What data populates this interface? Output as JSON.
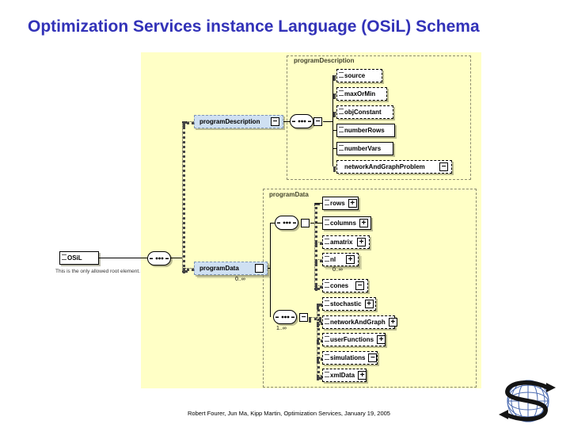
{
  "title": "Optimization Services instance Language (OSiL) Schema",
  "footer": "Robert Fourer, Jun Ma, Kipp Martin, Optimization Services, January 19, 2005",
  "icons": {
    "collapse": "−",
    "expand": "+"
  },
  "colors": {
    "title_blue": "#3232b8",
    "panel_yellow": "#ffffc6",
    "complex_box_blue": "#cfe0f2",
    "logo_blue": "#4a6ab0"
  },
  "diagram": {
    "root": {
      "label": "OSiL",
      "annotation": "This is the only allowed root element."
    },
    "program_description": {
      "label": "programDescription",
      "frame_label": "programDescription",
      "children": [
        {
          "label": "source"
        },
        {
          "label": "maxOrMin"
        },
        {
          "label": "objConstant"
        },
        {
          "label": "numberRows"
        },
        {
          "label": "numberVars"
        },
        {
          "label": "networkAndGraphProblem"
        }
      ]
    },
    "program_data": {
      "label": "programData",
      "occurrence": "0..∞",
      "frame_label": "programData",
      "sequence_children": [
        {
          "label": "rows"
        },
        {
          "label": "columns"
        },
        {
          "label": "amatrix"
        },
        {
          "label": "nl",
          "occurrence": "0..∞"
        },
        {
          "label": "cones"
        }
      ],
      "choice": {
        "occurrence": "1..∞"
      },
      "choice_children": [
        {
          "label": "stochastic"
        },
        {
          "label": "networkAndGraph"
        },
        {
          "label": "userFunctions"
        },
        {
          "label": "simulations"
        },
        {
          "label": "xmlData"
        }
      ]
    }
  }
}
